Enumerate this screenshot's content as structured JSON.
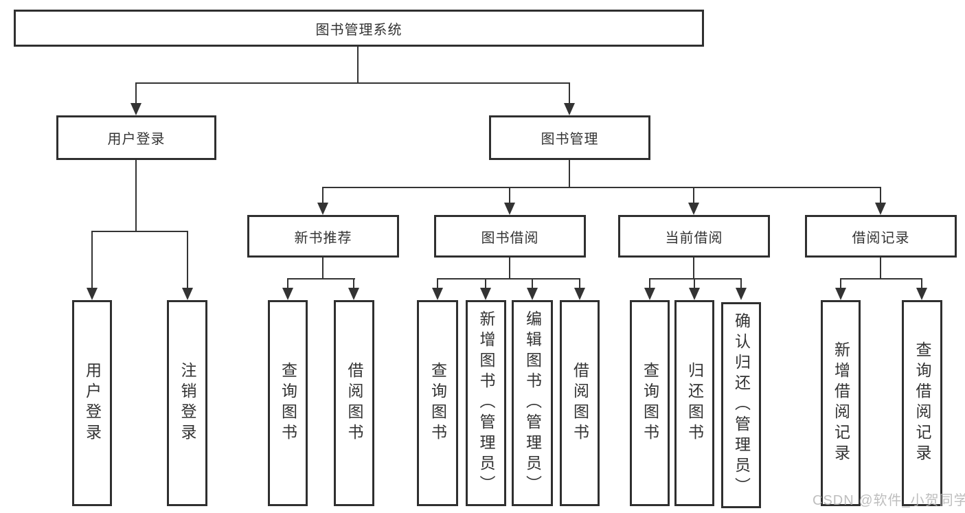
{
  "diagram": {
    "title": "图书管理系统",
    "level2": {
      "user_login": "用户登录",
      "book_mgmt": "图书管理"
    },
    "level3": {
      "new_book": "新书推荐",
      "book_borrow": "图书借阅",
      "current_borrow": "当前借阅",
      "borrow_records": "借阅记录"
    },
    "leaves": {
      "ul_user_login": "用户登录",
      "ul_logout": "注销登录",
      "nb_query": "查询图书",
      "nb_borrow": "借阅图书",
      "bb_query": "查询图书",
      "bb_add": "新增图书（管理员）",
      "bb_edit": "编辑图书（管理员）",
      "bb_borrow": "借阅图书",
      "cb_query": "查询图书",
      "cb_return": "归还图书",
      "cb_confirm": "确认归还（管理员）",
      "br_add": "新增借阅记录",
      "br_query": "查询借阅记录"
    }
  },
  "watermark": {
    "text": "CSDN @软件_小贺同学"
  },
  "colors": {
    "line": "#333333",
    "border": "#2f2f2f",
    "text": "#333333",
    "watermark": "#b3b3b3",
    "bg": "#ffffff"
  }
}
